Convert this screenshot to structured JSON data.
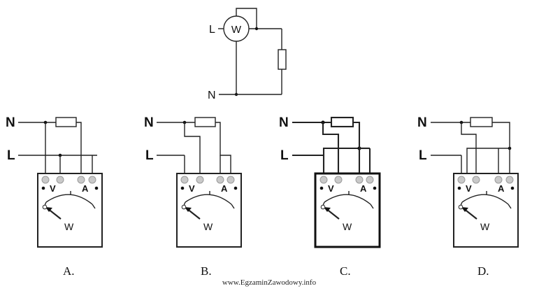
{
  "schematic": {
    "line_label": "L",
    "neutral_label": "N",
    "meter_symbol": "W"
  },
  "options": [
    {
      "caption": "A.",
      "n_label": "N",
      "l_label": "L",
      "volt_label": "V",
      "amp_label": "A",
      "meter_label": "W"
    },
    {
      "caption": "B.",
      "n_label": "N",
      "l_label": "L",
      "volt_label": "V",
      "amp_label": "A",
      "meter_label": "W"
    },
    {
      "caption": "C.",
      "n_label": "N",
      "l_label": "L",
      "volt_label": "V",
      "amp_label": "A",
      "meter_label": "W"
    },
    {
      "caption": "D.",
      "n_label": "N",
      "l_label": "L",
      "volt_label": "V",
      "amp_label": "A",
      "meter_label": "W"
    }
  ],
  "watermark": "www.EgzaminZawodowy.info"
}
